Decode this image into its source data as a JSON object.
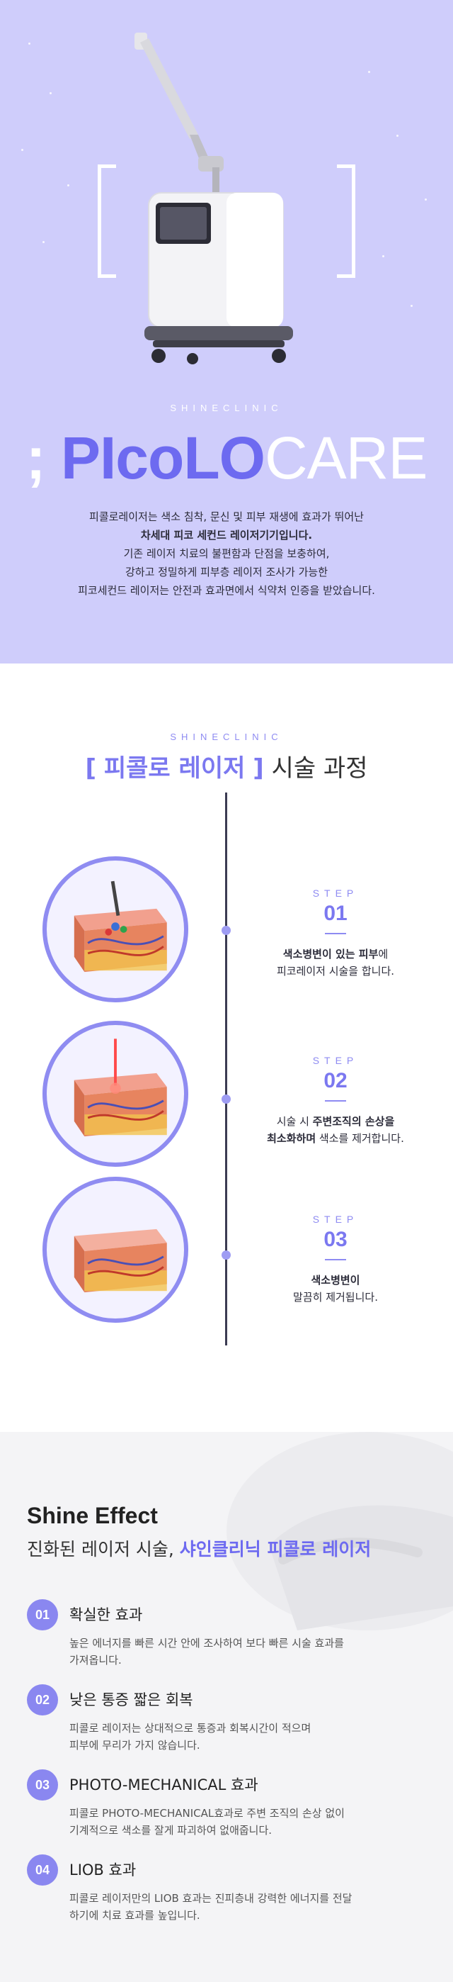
{
  "hero": {
    "brand": "SHINECLINIC",
    "logo": {
      "part1": ";",
      "part2": "PIcoLO",
      "part3": "CARE"
    },
    "desc": [
      {
        "text": "피콜로레이저는 색소 침착, 문신 및 피부 재생에 효과가 뛰어난",
        "bold": false
      },
      {
        "text": "차세대 피코 세컨드 레이저기기입니다.",
        "bold": true
      },
      {
        "text": "기존 레이저 치료의 불편함과 단점을 보충하여,",
        "bold": false
      },
      {
        "text": "강하고 정밀하게 피부층 레이저 조사가 가능한",
        "bold": false
      },
      {
        "text": "피코세컨드 레이저는 안전과 효과면에서 식약처 인증을 받았습니다.",
        "bold": false
      }
    ]
  },
  "process": {
    "brand": "SHINECLINIC",
    "title_bracket_open": "[",
    "title_highlight": "피콜로 레이저",
    "title_bracket_close": "]",
    "title_rest": "시술 과정",
    "steps": [
      {
        "label": "STEP",
        "num": "01",
        "line1_bold": "색소병변이 있는 피부",
        "line1_rest": "에",
        "line2": "피코레이저 시술을 합니다."
      },
      {
        "label": "STEP",
        "num": "02",
        "line1_pre": "시술 시 ",
        "line1_bold": "주변조직의 손상을",
        "line2_bold": "최소화하며",
        "line2_rest": " 색소를 제거합니다."
      },
      {
        "label": "STEP",
        "num": "03",
        "line1_bold": "색소병변이",
        "line2": "말끔히 제거됩니다."
      }
    ]
  },
  "effect": {
    "title": "Shine Effect",
    "sub_pre": "진화된 레이저 시술, ",
    "sub_hl": "샤인클리닉 피콜로 레이저",
    "items": [
      {
        "num": "01",
        "head": "확실한 효과",
        "body1": "높은 에너지를 빠른 시간 안에 조사하여 보다 빠른 시술 효과를",
        "body2": "가져옵니다."
      },
      {
        "num": "02",
        "head": "낮은 통증 짧은 회복",
        "body1": "피콜로 레이저는 상대적으로 통증과 회복시간이 적으며",
        "body2": "피부에 무리가 가지 않습니다."
      },
      {
        "num": "03",
        "head": "PHOTO-MECHANICAL 효과",
        "body1": "피콜로 PHOTO-MECHANICAL효과로 주변 조직의 손상 없이",
        "body2": "기계적으로 색소를 잘게 파괴하여 없애줍니다."
      },
      {
        "num": "04",
        "head": "LIOB 효과",
        "body1": "피콜로 레이저만의 LIOB 효과는 진피층내 강력한 에너지를 전달",
        "body2": "하기에 치료 효과를 높입니다."
      }
    ]
  },
  "colors": {
    "hero_bg": "#cfcdfb",
    "accent": "#7b78f0",
    "badge": "#8a87f0",
    "line": "#3b3b52"
  },
  "icons": {
    "machine": "laser-device-image",
    "skin": "skin-cross-section-image",
    "hand": "hand-image"
  }
}
